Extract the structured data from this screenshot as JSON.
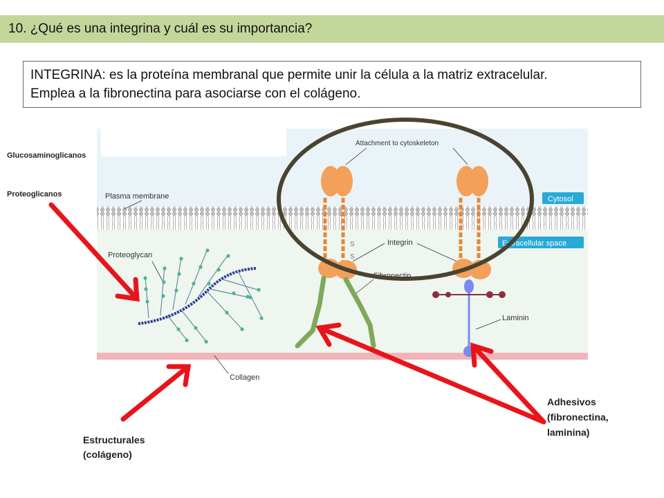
{
  "title": "10. ¿Qué es una integrina y cuál es su importancia?",
  "definition": {
    "line1": "INTEGRINA: es la proteína membranal que permite unir la célula a la matriz extracelular.",
    "line2": "Emplea a la fibronectina para asociarse con el colágeno."
  },
  "labels": {
    "glucosaminoglicanos": "Glucosaminoglicanos",
    "proteoglicanos": "Proteoglicanos",
    "estructurales": "Estructurales (colágeno)",
    "adhesivos": "Adhesivos (fibronectina, laminina)"
  },
  "diagram": {
    "attachment": "Attachment to cytoskeleton",
    "plasma_membrane": "Plasma membrane",
    "cytosol": "Cytosol",
    "extracellular": "Extracellular space",
    "proteoglycan": "Proteoglycan",
    "integrin": "Integrin",
    "fibronectin": "Fibronectin",
    "laminin": "Laminin",
    "collagen": "Collagen",
    "s1": "S",
    "s2": "S"
  },
  "colors": {
    "title_bg": "#c4d79b",
    "arrow": "#e8141b",
    "integrin": "#f3a05a",
    "fibronectin": "#7fa85a",
    "laminin": "#7a8af0",
    "collagen": "#f3b3b8",
    "label_box": "#29a9d6",
    "circle": "#4a4330"
  }
}
